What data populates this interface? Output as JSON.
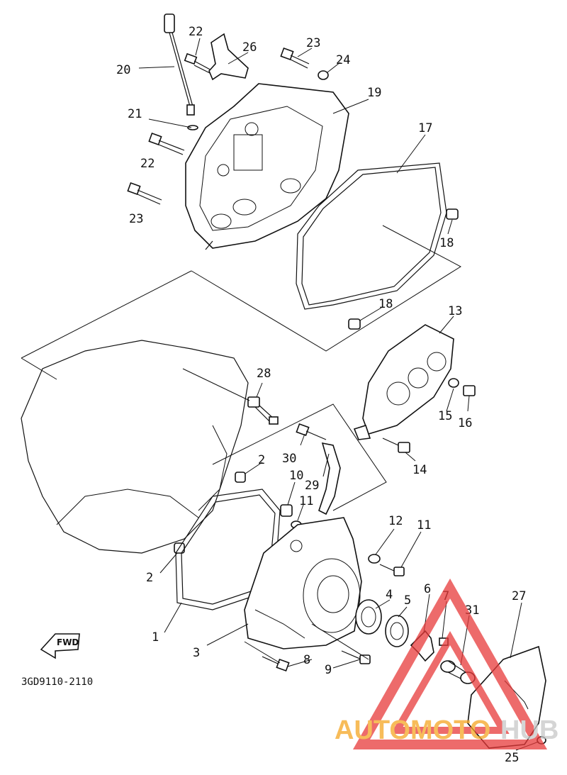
{
  "diagram": {
    "part_number": "3GD9110-2110",
    "fwd_label": "FWD",
    "watermark": {
      "text_a": "AUTOMOTO",
      "text_b": "HUB",
      "color_a": "#f5a623",
      "color_b": "#c8c8c8",
      "triangle_color": "#e83a3a"
    },
    "callouts": [
      "1",
      "2",
      "2",
      "3",
      "4",
      "5",
      "6",
      "7",
      "8",
      "9",
      "10",
      "11",
      "11",
      "12",
      "13",
      "14",
      "15",
      "16",
      "17",
      "18",
      "18",
      "19",
      "20",
      "21",
      "22",
      "22",
      "23",
      "23",
      "24",
      "25",
      "26",
      "27",
      "28",
      "29",
      "30",
      "31"
    ]
  }
}
